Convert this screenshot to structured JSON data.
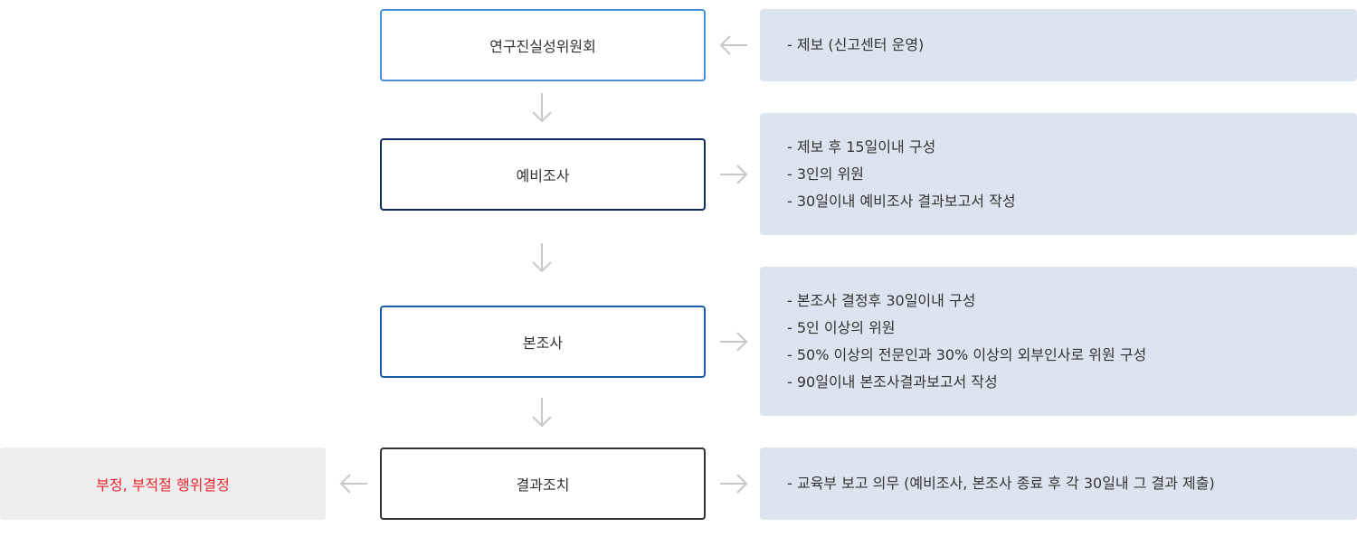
{
  "colors": {
    "box_border_1": "#4a90d9",
    "box_border_2": "#0d2b5a",
    "box_border_3": "#1a5aa6",
    "box_border_4": "#333333",
    "note_bg": "#dce5ef",
    "result_bg": "#eeeeee",
    "result_text": "#e8232b",
    "arrow": "#c8c8c8"
  },
  "steps": [
    {
      "label": "연구진실성위원회",
      "notes": [
        "- 제보 (신고센터 운영)"
      ]
    },
    {
      "label": "예비조사",
      "notes": [
        "- 제보 후 15일이내 구성",
        "- 3인의 위원",
        "- 30일이내 예비조사 결과보고서 작성"
      ]
    },
    {
      "label": "본조사",
      "notes": [
        "- 본조사 결정후 30일이내 구성",
        "- 5인 이상의 위원",
        "- 50% 이상의 전문인과 30% 이상의 외부인사로 위원 구성",
        "- 90일이내 본조사결과보고서 작성"
      ]
    },
    {
      "label": "결과조치",
      "notes": [
        "- 교육부 보고 의무 (예비조사, 본조사 종료 후 각 30일내 그 결과 제출)"
      ]
    }
  ],
  "result": {
    "label": "부정, 부적절 행위결정"
  }
}
